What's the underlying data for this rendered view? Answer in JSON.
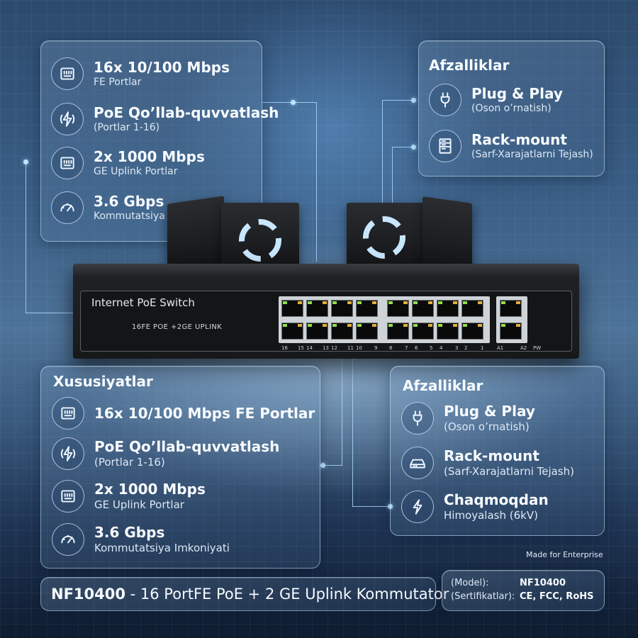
{
  "top_left_panel": {
    "items": [
      {
        "icon": "ethernet-port-icon",
        "title": "16x 10/100 Mbps",
        "subtitle": "FE Portlar"
      },
      {
        "icon": "lightning-icon",
        "title": "PoE Qo’llab-quvvatlash",
        "subtitle": "(Portlar 1-16)"
      },
      {
        "icon": "ethernet-port-icon",
        "title": "2x 1000 Mbps",
        "subtitle": "GE Uplink Portlar"
      },
      {
        "icon": "speedometer-icon",
        "title": "3.6 Gbps",
        "subtitle": "Kommutatsiya"
      }
    ]
  },
  "top_right_panel": {
    "heading": "Afzalliklar",
    "items": [
      {
        "icon": "plug-icon",
        "title": "Plug & Play",
        "subtitle": "(Oson o’rnatish)"
      },
      {
        "icon": "server-rack-icon",
        "title": "Rack-mount",
        "subtitle": "(Sarf-Xarajatlarni Tejash)"
      }
    ]
  },
  "switch": {
    "title": "Internet PoE Switch",
    "subtitle": "16FE POE +2GE UPLINK",
    "port_labels": [
      "16",
      "15",
      "14",
      "13",
      "12",
      "11",
      "10",
      "9",
      "8",
      "7",
      "6",
      "5",
      "4",
      "3",
      "2",
      "1"
    ],
    "uplink_labels": [
      "A1",
      "A2",
      "PW"
    ]
  },
  "bottom_left_panel": {
    "heading": "Xususiyatlar",
    "items": [
      {
        "icon": "ethernet-port-icon",
        "title": "16x 10/100 Mbps FE Portlar",
        "subtitle": ""
      },
      {
        "icon": "lightning-icon",
        "title": "PoE Qo’llab-quvvatlash",
        "subtitle": "(Portlar 1-16)"
      },
      {
        "icon": "ethernet-port-icon",
        "title": "2x 1000 Mbps",
        "subtitle": "GE Uplink Portlar"
      },
      {
        "icon": "speedometer-icon",
        "title": "3.6 Gbps",
        "subtitle": "Kommutatsiya Imkoniyati"
      }
    ]
  },
  "bottom_right_panel": {
    "heading": "Afzalliklar",
    "items": [
      {
        "icon": "plug-icon",
        "title": "Plug & Play",
        "subtitle": "(Oson o’rnatish)"
      },
      {
        "icon": "router-icon",
        "title": "Rack-mount",
        "subtitle": "(Sarf-Xarajatlarni Tejash)"
      },
      {
        "icon": "lightning-icon",
        "title": "Chaqmoqdan",
        "subtitle": "Himoyalash (6kV)"
      }
    ]
  },
  "made_for": "Made for Enterprise",
  "footer": {
    "model_code": "NF10400",
    "title_rest": " - 16 PortFE PoE + 2 GE Uplink Kommutator"
  },
  "model_info": {
    "model_label": "(Model):",
    "model_value": "NF10400",
    "cert_label": "(Sertifikatlar):",
    "cert_value": "CE, FCC, RoHS"
  },
  "colors": {
    "accent_line": "#aad7ff",
    "port_led_green": "#93e04a",
    "port_led_amber": "#e0b03a"
  }
}
